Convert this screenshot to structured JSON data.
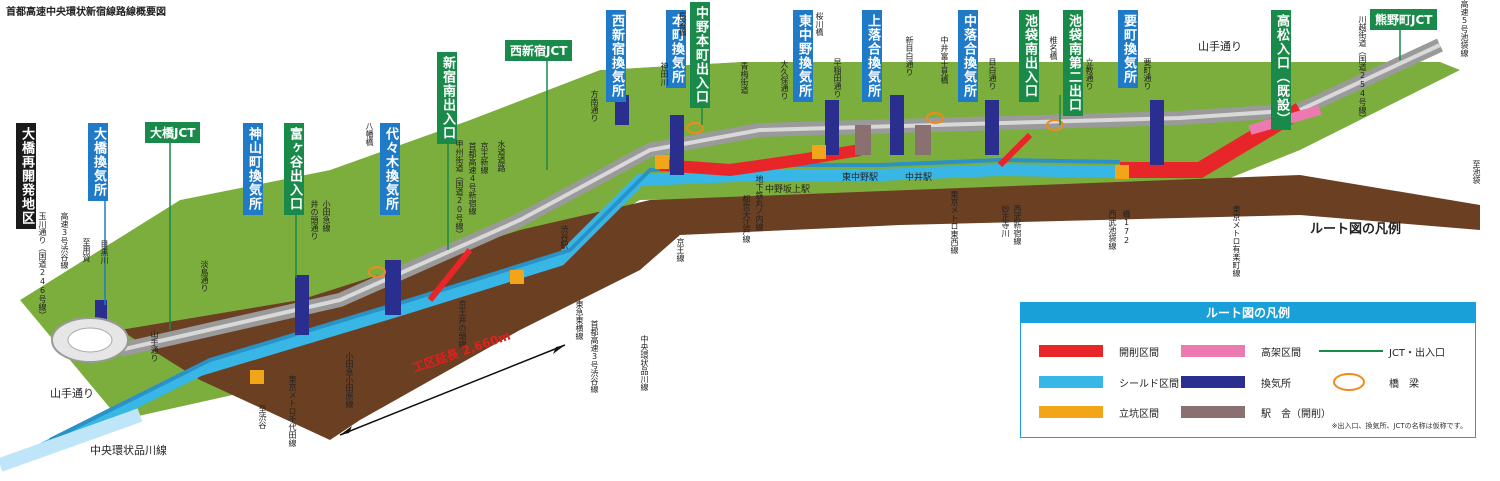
{
  "title": "首都高速中央環状新宿線路線概要図",
  "legend_title": "ルート図の凡例",
  "legend_note": "※出入口、換気所、JCTの名称は仮称です。",
  "legend_items": [
    {
      "label": "開削区間",
      "color": "#e8262a",
      "kind": "bar"
    },
    {
      "label": "高架区間",
      "color": "#ec7ab0",
      "kind": "bar"
    },
    {
      "label": "JCT・出入口",
      "color": "#1a8a4a",
      "kind": "line"
    },
    {
      "label": "シールド区間",
      "color": "#38b6e6",
      "kind": "bar"
    },
    {
      "label": "換気所",
      "color": "#2a2f8f",
      "kind": "bar"
    },
    {
      "label": "橋　梁",
      "color": "#f08a1a",
      "kind": "ring"
    },
    {
      "label": "立坑区間",
      "color": "#f3a51a",
      "kind": "bar"
    },
    {
      "label": "駅　舎（開削）",
      "color": "#8a7070",
      "kind": "bar"
    }
  ],
  "route_caption": "ルート図の凡例",
  "extent": {
    "label": "工区延長",
    "value": "2,660m"
  },
  "big_labels": [
    {
      "text": "大橋再開発地区",
      "style": "black"
    },
    {
      "text": "大橋換気所",
      "style": "blue"
    },
    {
      "text": "大橋JCT",
      "style": "green"
    },
    {
      "text": "神山町換気所",
      "style": "blue"
    },
    {
      "text": "富ヶ谷出入口",
      "style": "green"
    },
    {
      "text": "代々木換気所",
      "style": "blue"
    },
    {
      "text": "新宿南出入口",
      "style": "green"
    },
    {
      "text": "西新宿JCT",
      "style": "green"
    },
    {
      "text": "西新宿換気所",
      "style": "blue"
    },
    {
      "text": "本町換気所",
      "style": "blue"
    },
    {
      "text": "中野本町出入口",
      "style": "green"
    },
    {
      "text": "東中野換気所",
      "style": "blue"
    },
    {
      "text": "上落合換気所",
      "style": "blue"
    },
    {
      "text": "中落合換気所",
      "style": "blue"
    },
    {
      "text": "池袋南出入口",
      "style": "green"
    },
    {
      "text": "池袋南第二出口",
      "style": "green"
    },
    {
      "text": "要町換気所",
      "style": "blue"
    },
    {
      "text": "高松入口（既設）",
      "style": "green"
    },
    {
      "text": "熊野町JCT",
      "style": "green"
    }
  ],
  "small_labels": [
    "高速3号渋谷線",
    "玉川通り（国道246号線）",
    "至用賀",
    "目黒川",
    "小田急線",
    "井の頭通り",
    "八幡橋",
    "首都高速4号新宿線",
    "甲州街道（国道20号線）",
    "京王新線",
    "水道道路",
    "方南通り",
    "京王線",
    "神田川",
    "長者橋",
    "青梅街道",
    "地下鉄丸ノ内線",
    "中野坂上駅",
    "都営大江戸線",
    "大久保通り",
    "桜川橋",
    "早稲田通り",
    "東中野駅",
    "中井駅",
    "新目白通り",
    "中井富士見橋",
    "西武新宿線",
    "妙正寺川",
    "東京メトロ東西線",
    "目白通り",
    "立教通り",
    "椎名橋",
    "西武池袋線",
    "橋172",
    "要町通り",
    "東京メトロ有楽町線",
    "川越街道（国道254号線）",
    "高速5号池袋線",
    "至池袋",
    "渋谷駅",
    "東急東横線",
    "首都高速3号渋谷線",
    "至渋谷",
    "山手通り",
    "中央環状品川線",
    "淡島通り",
    "東京メトロ千代田線",
    "小田急小田原線",
    "京王井の頭線"
  ],
  "road_labels": {
    "yamate_top": "山手通り",
    "yamate_bottom": "山手通り",
    "shinagawa": "中央環状品川線"
  }
}
